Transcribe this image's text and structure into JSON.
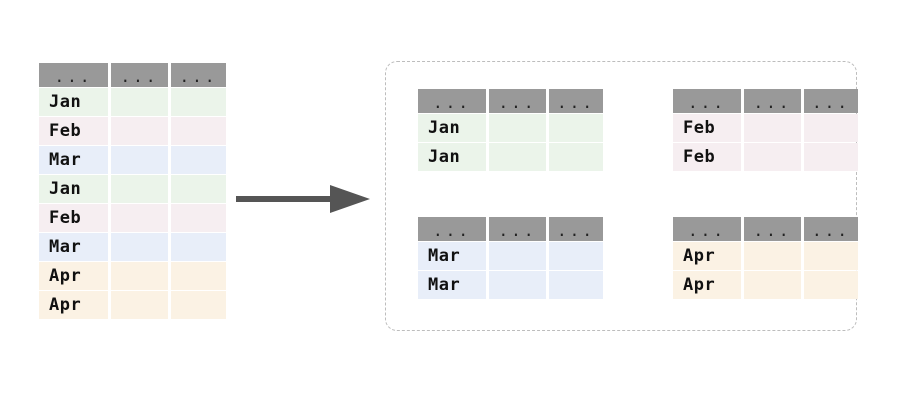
{
  "diagram": {
    "title": "groupby-split",
    "arrow_icon": "right-arrow-icon",
    "header_cell_label": "...",
    "colors": {
      "header_gray": "#999999",
      "jan_tint": "#ebf4ea",
      "feb_tint": "#f6eef1",
      "mar_tint": "#e8eef9",
      "apr_tint": "#fbf2e4",
      "arrow": "#555555",
      "dashed_border": "#bdbdbd"
    }
  },
  "source_table": {
    "name": "source-table",
    "headers": [
      "...",
      "...",
      "..."
    ],
    "rows": [
      {
        "label": "Jan",
        "tint": "jan"
      },
      {
        "label": "Feb",
        "tint": "feb"
      },
      {
        "label": "Mar",
        "tint": "mar"
      },
      {
        "label": "Jan",
        "tint": "jan"
      },
      {
        "label": "Feb",
        "tint": "feb"
      },
      {
        "label": "Mar",
        "tint": "mar"
      },
      {
        "label": "Apr",
        "tint": "apr"
      },
      {
        "label": "Apr",
        "tint": "apr"
      }
    ]
  },
  "group_tables": [
    {
      "name": "group-table-jan",
      "headers": [
        "...",
        "...",
        "..."
      ],
      "rows": [
        {
          "label": "Jan",
          "tint": "jan"
        },
        {
          "label": "Jan",
          "tint": "jan"
        }
      ]
    },
    {
      "name": "group-table-feb",
      "headers": [
        "...",
        "...",
        "..."
      ],
      "rows": [
        {
          "label": "Feb",
          "tint": "feb"
        },
        {
          "label": "Feb",
          "tint": "feb"
        }
      ]
    },
    {
      "name": "group-table-mar",
      "headers": [
        "...",
        "...",
        "..."
      ],
      "rows": [
        {
          "label": "Mar",
          "tint": "mar"
        },
        {
          "label": "Mar",
          "tint": "mar"
        }
      ]
    },
    {
      "name": "group-table-apr",
      "headers": [
        "...",
        "...",
        "..."
      ],
      "rows": [
        {
          "label": "Apr",
          "tint": "apr"
        },
        {
          "label": "Apr",
          "tint": "apr"
        }
      ]
    }
  ]
}
